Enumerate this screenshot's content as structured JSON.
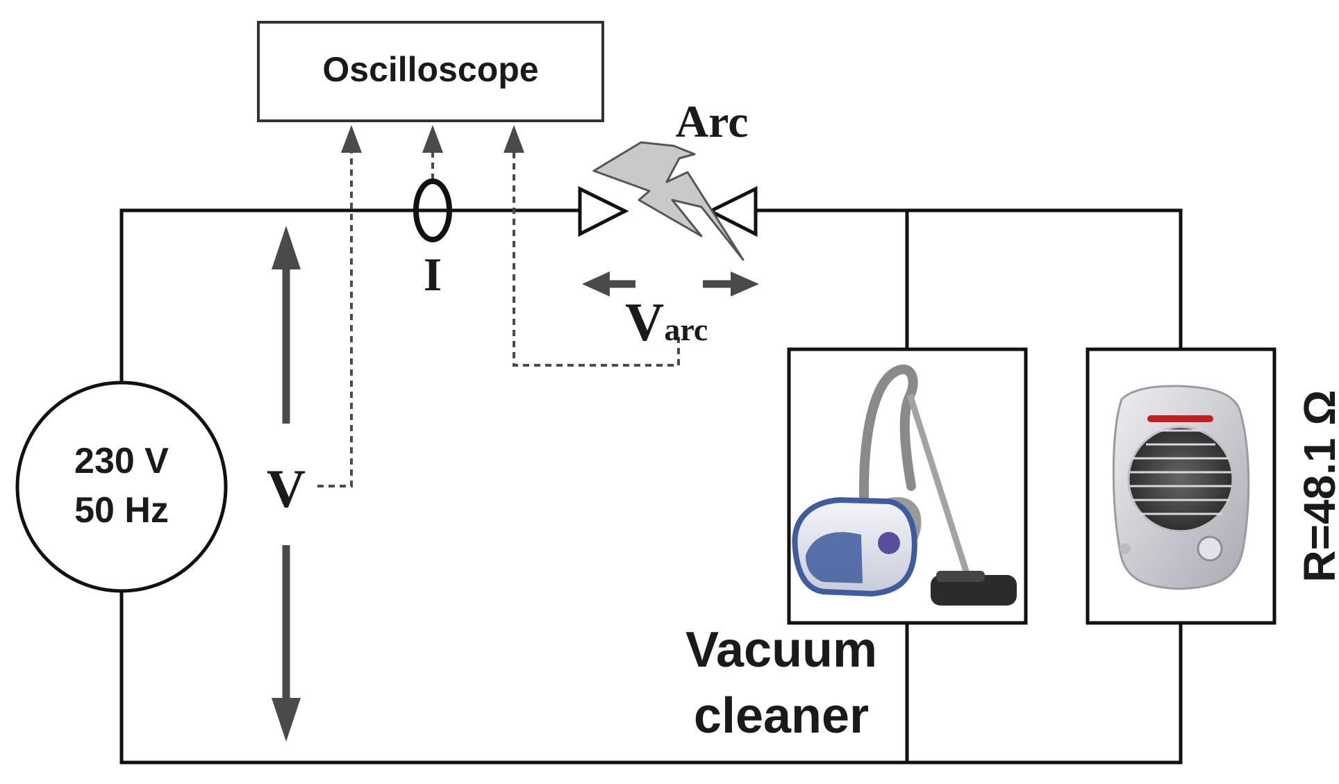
{
  "oscilloscope": {
    "label": "Oscilloscope"
  },
  "arc": {
    "label": "Arc"
  },
  "source": {
    "voltage": "230 V",
    "frequency": "50 Hz"
  },
  "current": {
    "label": "I"
  },
  "voltage": {
    "label": "V"
  },
  "arc_voltage": {
    "base": "V",
    "subscript": "arc"
  },
  "vacuum": {
    "line1": "Vacuum",
    "line2": "cleaner"
  },
  "heater": {
    "label": "R=48.1 Ω"
  },
  "colors": {
    "wire": "#111111",
    "probe": "#4a4a4a",
    "arc_fill": "#c9c9c9",
    "vacuum_blue": "#3f5c9e",
    "heater_silver": "#cfcfd4",
    "heater_red": "#c02020"
  }
}
